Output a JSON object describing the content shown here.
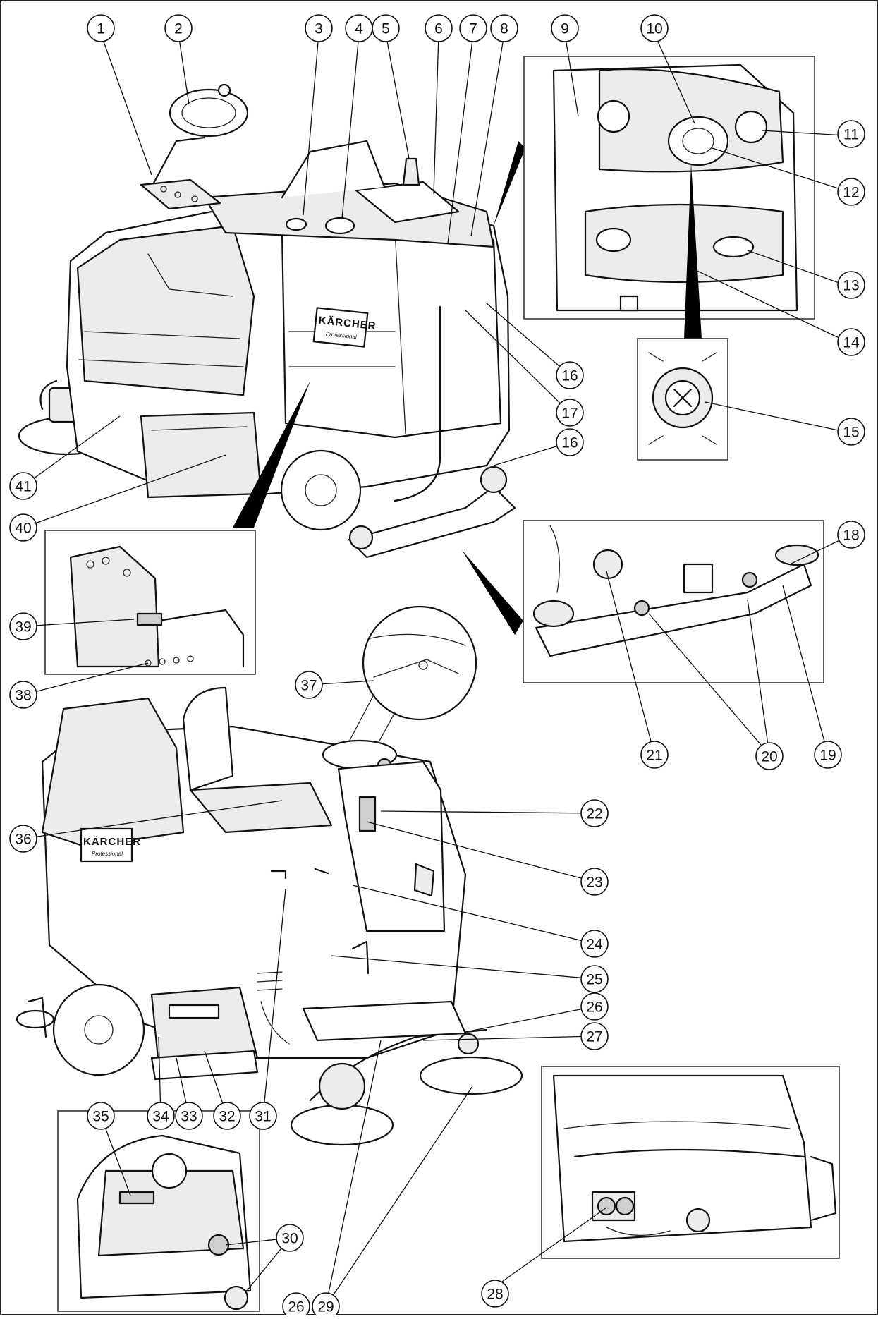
{
  "brand": {
    "logo_text": "KÄRCHER",
    "logo_subtext": "Professional"
  },
  "callouts": [
    {
      "id": "c1",
      "label": "1"
    },
    {
      "id": "c2",
      "label": "2"
    },
    {
      "id": "c3",
      "label": "3"
    },
    {
      "id": "c4",
      "label": "4"
    },
    {
      "id": "c5",
      "label": "5"
    },
    {
      "id": "c6",
      "label": "6"
    },
    {
      "id": "c7",
      "label": "7"
    },
    {
      "id": "c8",
      "label": "8"
    },
    {
      "id": "c9",
      "label": "9"
    },
    {
      "id": "c10",
      "label": "10"
    },
    {
      "id": "c11",
      "label": "11"
    },
    {
      "id": "c12",
      "label": "12"
    },
    {
      "id": "c13",
      "label": "13"
    },
    {
      "id": "c14",
      "label": "14"
    },
    {
      "id": "c15",
      "label": "15"
    },
    {
      "id": "c16a",
      "label": "16"
    },
    {
      "id": "c16b",
      "label": "16"
    },
    {
      "id": "c17",
      "label": "17"
    },
    {
      "id": "c18",
      "label": "18"
    },
    {
      "id": "c19",
      "label": "19"
    },
    {
      "id": "c20",
      "label": "20"
    },
    {
      "id": "c21",
      "label": "21"
    },
    {
      "id": "c22",
      "label": "22"
    },
    {
      "id": "c23",
      "label": "23"
    },
    {
      "id": "c24",
      "label": "24"
    },
    {
      "id": "c25",
      "label": "25"
    },
    {
      "id": "c26a",
      "label": "26"
    },
    {
      "id": "c26b",
      "label": "26"
    },
    {
      "id": "c27",
      "label": "27"
    },
    {
      "id": "c28",
      "label": "28"
    },
    {
      "id": "c29",
      "label": "29"
    },
    {
      "id": "c30",
      "label": "30"
    },
    {
      "id": "c31",
      "label": "31"
    },
    {
      "id": "c32",
      "label": "32"
    },
    {
      "id": "c33",
      "label": "33"
    },
    {
      "id": "c34",
      "label": "34"
    },
    {
      "id": "c35",
      "label": "35"
    },
    {
      "id": "c36",
      "label": "36"
    },
    {
      "id": "c37",
      "label": "37"
    },
    {
      "id": "c38",
      "label": "38"
    },
    {
      "id": "c39",
      "label": "39"
    },
    {
      "id": "c40",
      "label": "40"
    },
    {
      "id": "c41",
      "label": "41"
    }
  ]
}
